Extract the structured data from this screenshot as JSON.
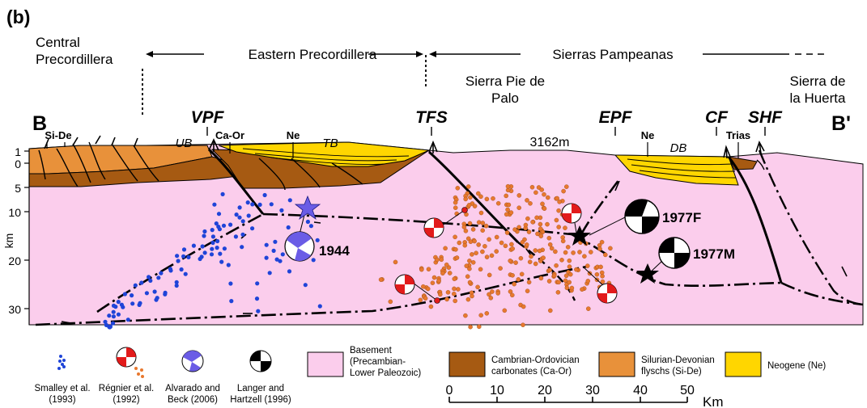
{
  "panel_label": "(b)",
  "regions": {
    "central": [
      "Central",
      "Precordillera"
    ],
    "eastern": "Eastern Precordillera",
    "pampeanas": "Sierras Pampeanas",
    "pie_de_palo": [
      "Sierra Pie de",
      "Palo"
    ],
    "huerta": [
      "Sierra de",
      "la Huerta"
    ]
  },
  "section_ends": {
    "left": "B",
    "right": "B'"
  },
  "faults": [
    "VPF",
    "TFS",
    "EPF",
    "CF",
    "SHF"
  ],
  "basins": [
    "UB",
    "TB",
    "DB"
  ],
  "units": {
    "si_de": "Si-De",
    "ca_or": "Ca-Or",
    "ne": "Ne",
    "ne2": "Ne",
    "trias": "Trias"
  },
  "elevation_label": "3162m",
  "depth_axis": {
    "label": "km",
    "ticks": [
      "1",
      "0",
      "5",
      "10",
      "20",
      "30"
    ]
  },
  "events": {
    "e1944": "1944",
    "e1977F": "1977F",
    "e1977M": "1977M"
  },
  "legend": [
    {
      "label": [
        "Smalley et al.",
        "(1993)"
      ]
    },
    {
      "label": [
        "Régnier et al.",
        "(1992)"
      ]
    },
    {
      "label": [
        "Alvarado and",
        "Beck (2006)"
      ]
    },
    {
      "label": [
        "Langer and",
        "Hartzell (1996)"
      ]
    },
    {
      "label": [
        "Basement",
        "(Precambian-",
        "Lower Paleozoic)"
      ],
      "color": "#fbcdec"
    },
    {
      "label": [
        "Cambrian-Ordovician",
        "carbonates (Ca-Or)"
      ],
      "color": "#a65a12"
    },
    {
      "label": [
        "Silurian-Devonian",
        "flyschs (Si-De)"
      ],
      "color": "#e8913a"
    },
    {
      "label": [
        "Neogene (Ne)"
      ],
      "color": "#ffd600"
    }
  ],
  "scale_bar": {
    "ticks": [
      "0",
      "10",
      "20",
      "30",
      "40",
      "50"
    ],
    "unit": "Km"
  },
  "colors": {
    "basement": "#fbcdec",
    "carbonate": "#a65a12",
    "flysch": "#e8913a",
    "neogene": "#ffd600",
    "smalley": "#1f44d8",
    "regnier": "#e8782e",
    "alvarado": "#6a5ce6",
    "regnier_mech": "#e21b1b"
  }
}
